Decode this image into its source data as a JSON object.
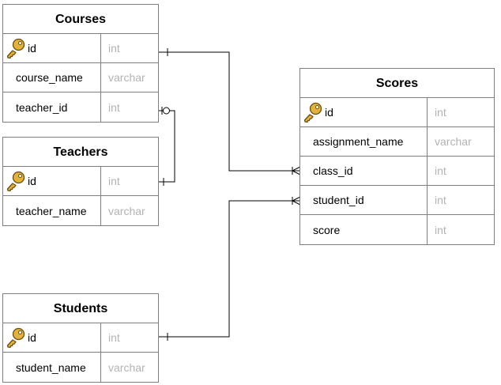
{
  "tables": {
    "courses": {
      "title": "Courses",
      "rows": [
        {
          "name": "id",
          "type": "int",
          "pk": true
        },
        {
          "name": "course_name",
          "type": "varchar"
        },
        {
          "name": "teacher_id",
          "type": "int"
        }
      ]
    },
    "teachers": {
      "title": "Teachers",
      "rows": [
        {
          "name": "id",
          "type": "int",
          "pk": true
        },
        {
          "name": "teacher_name",
          "type": "varchar"
        }
      ]
    },
    "students": {
      "title": "Students",
      "rows": [
        {
          "name": "id",
          "type": "int",
          "pk": true
        },
        {
          "name": "student_name",
          "type": "varchar"
        }
      ]
    },
    "scores": {
      "title": "Scores",
      "rows": [
        {
          "name": "id",
          "type": "int",
          "pk": true
        },
        {
          "name": "assignment_name",
          "type": "varchar"
        },
        {
          "name": "class_id",
          "type": "int"
        },
        {
          "name": "student_id",
          "type": "int"
        },
        {
          "name": "score",
          "type": "int"
        }
      ]
    }
  },
  "icons": {
    "primary_key": "key-icon"
  },
  "colors": {
    "border": "#7f7f7f",
    "type_text": "#b3b3b3",
    "key_fill": "#e2b33c",
    "key_stroke": "#6b4e0a",
    "connector": "#000000"
  }
}
